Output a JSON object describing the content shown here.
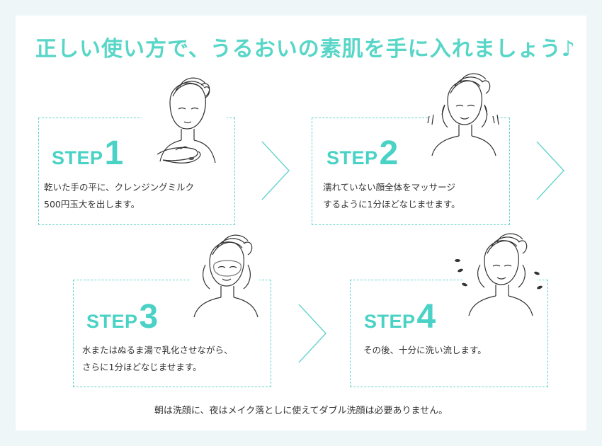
{
  "title": "正しい使い方で、うるおいの素肌を手に入れましょう♪",
  "steps": [
    {
      "word": "STEP",
      "num": "1",
      "line1": "乾いた手の平に、クレンジングミルク",
      "line2": "500円玉大を出します。"
    },
    {
      "word": "STEP",
      "num": "2",
      "line1": "濡れていない顔全体をマッサージ",
      "line2": "するように1分ほどなじませます。"
    },
    {
      "word": "STEP",
      "num": "3",
      "line1": "水またはぬるま湯で乳化させながら、",
      "line2": "さらに1分ほどなじませます。"
    },
    {
      "word": "STEP",
      "num": "4",
      "line1": "その後、十分に洗い流します。",
      "line2": ""
    }
  ],
  "footer": "朝は洗顔に、夜はメイク落としに使えてダブル洗顔は必要ありません。",
  "colors": {
    "accent": "#58d6c7",
    "frame": "#eef6f7",
    "text": "#333333"
  }
}
